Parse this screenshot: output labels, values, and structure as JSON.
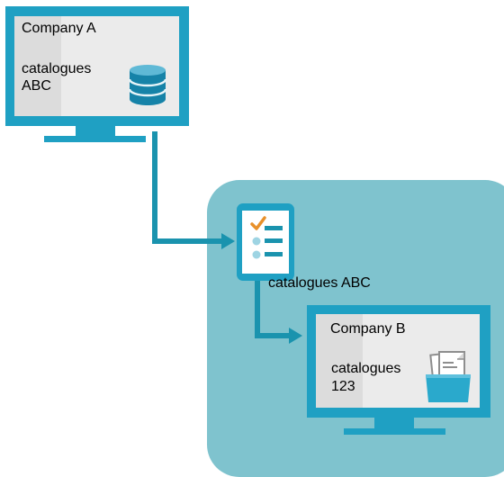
{
  "company_a": {
    "title": "Company A",
    "catalog_line1": "catalogues",
    "catalog_line2": "ABC",
    "icon": "database-icon"
  },
  "company_b": {
    "title": "Company B",
    "catalog_line1": "catalogues",
    "catalog_line2": "123",
    "icon": "folder-documents-icon"
  },
  "transfer": {
    "label": "catalogues ABC",
    "icon": "checklist-document-icon"
  },
  "colors": {
    "monitor_frame": "#1fa0c3",
    "screen": "#ebebeb",
    "screen_panel": "#dcdcdc",
    "stand": "#1fa0c3",
    "cloud_bg": "#7fc3ce",
    "arrow": "#1a93ae",
    "tablet": "#1fa0c3",
    "db_icon": "#1683a8",
    "folder_icon": "#2aa9cc",
    "check_mark": "#e8902a"
  }
}
